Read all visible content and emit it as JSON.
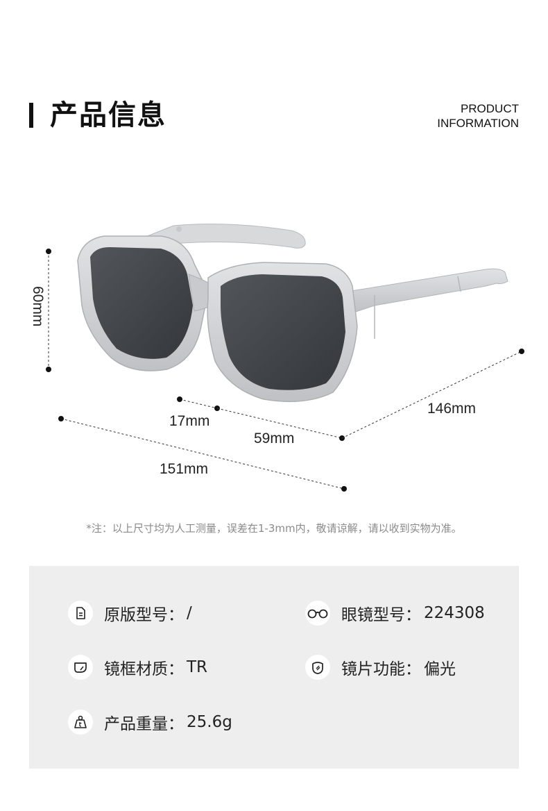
{
  "header": {
    "title_cn": "产品信息",
    "title_en_line1": "PRODUCT",
    "title_en_line2": "INFORMATION"
  },
  "dimensions": {
    "height": "60mm",
    "bridge": "17mm",
    "lens_width": "59mm",
    "total_width": "151mm",
    "temple_length": "146mm"
  },
  "note": "*注：以上尺寸均为人工测量，误差在1-3mm内，敬请谅解，请以收到实物为准。",
  "info": [
    {
      "icon": "document-icon",
      "label": "原版型号：",
      "value": "/"
    },
    {
      "icon": "glasses-icon",
      "label": "眼镜型号：",
      "value": "224308"
    },
    {
      "icon": "frame-shape-icon",
      "label": "镜框材质：",
      "value": "TR"
    },
    {
      "icon": "lens-icon",
      "label": "镜片功能：",
      "value": "偏光"
    },
    {
      "icon": "weight-icon",
      "label": "产品重量：",
      "value": "25.6g"
    }
  ],
  "colors": {
    "panel_bg": "#eeeeef",
    "frame_gray": "#cfd0d2",
    "lens_dark": "#3e4145",
    "title": "#111111",
    "note": "#8a8a8a"
  }
}
